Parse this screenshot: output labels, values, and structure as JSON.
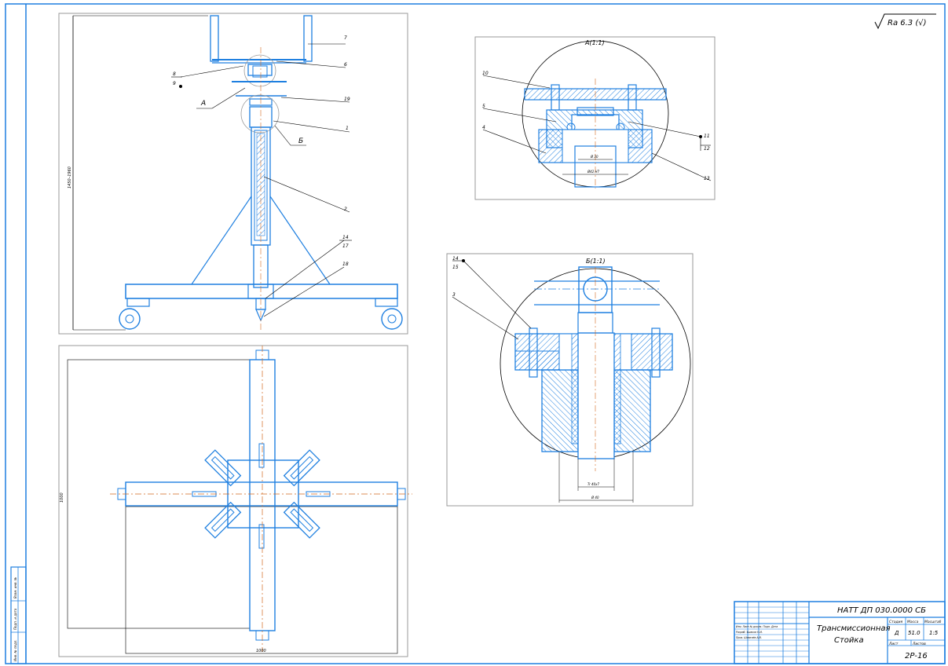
{
  "roughness": "Ra 6.3 (√)",
  "views": {
    "detail_a_title": "А(1:1)",
    "detail_b_title": "Б(1:1)",
    "main_view_callout_a": "А",
    "main_view_callout_b": "Б"
  },
  "dimensions": {
    "height": "1450–1960",
    "base_width": "1000",
    "base_length": "1000",
    "a_inner_dia": "Ø 30",
    "a_outer_dia": "Ø42 Н7",
    "b_inner_dia": "Tr 40x7",
    "b_outer_dia": "Ø 40"
  },
  "callouts_main": [
    "7",
    "6",
    "8",
    "9",
    "19",
    "1",
    "2",
    "14",
    "17",
    "18"
  ],
  "callouts_a": [
    "10",
    "5",
    "4",
    "11",
    "12",
    "13"
  ],
  "callouts_b": [
    "14",
    "15",
    "3"
  ],
  "title_block": {
    "designation": "НАТТ ДП 030.0000 СБ",
    "name_line1": "Трансмиссионная",
    "name_line2": "Стойка",
    "col_litera": "Стадия",
    "col_mass": "Масса",
    "col_scale": "Масштаб",
    "litera": "Д",
    "mass": "51.0",
    "scale": "1:5",
    "sheet_label": "Лист",
    "sheets_label": "Листов",
    "group": "2Р-16",
    "rows": [
      "Изм. Лист № докум. Подп. Дата",
      "Разраб. Ушаков Н.И.",
      "Пров. Шевелёв А.В."
    ]
  },
  "side_stamp": [
    "Инв. № подл.",
    "Подп. и дата",
    "Взам. инв. №"
  ],
  "colors": {
    "line": "#1e7fe0",
    "frame": "#000000",
    "axis": "#d2691e"
  }
}
